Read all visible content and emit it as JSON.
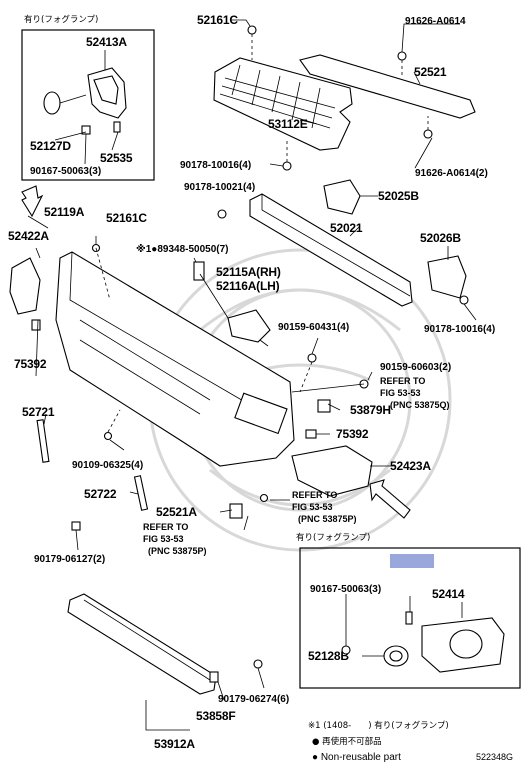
{
  "diagram_id": "522348G",
  "box_top_left": {
    "title": "有り(フォグランプ)",
    "parts": [
      "52413A",
      "52127D",
      "52535",
      "90167-50063(3)"
    ]
  },
  "box_bottom_right": {
    "title": "有り(フォグランプ)",
    "highlight_color": "#9aa7dd",
    "parts": [
      "90167-50063(3)",
      "52414",
      "52128B"
    ]
  },
  "labels": {
    "p52161C_top": "52161C",
    "p91626_top": "91626-A0614",
    "p52521": "52521",
    "p53112E": "53112E",
    "p91626_bot": "91626-A0614(2)",
    "p90178_10016_a": "90178-10016(4)",
    "p90178_10021": "90178-10021(4)",
    "p52025B": "52025B",
    "p52119A": "52119A",
    "p52161C_mid": "52161C",
    "p52422A": "52422A",
    "p89348": "※1●89348-50050(7)",
    "p52115A": "52115A(RH)",
    "p52116A": "52116A(LH)",
    "p52021": "52021",
    "p52026B": "52026B",
    "p90178_10016_b": "90178-10016(4)",
    "p90159_60431": "90159-60431(4)",
    "p75392_a": "75392",
    "p90159_60603": "90159-60603(2)",
    "ref_53_a_1": "REFER TO",
    "ref_53_a_2": "FIG 53-53",
    "ref_53_a_3": "(PNC 53875Q)",
    "p53879H": "53879H",
    "p52721": "52721",
    "p75392_b": "75392",
    "p90109": "90109-06325(4)",
    "p52423A": "52423A",
    "p52722": "52722",
    "p52521A": "52521A",
    "ref_53_b_1": "REFER TO",
    "ref_53_b_2": "FIG 53-53",
    "ref_53_b_3": "(PNC 53875P)",
    "ref_53_c_1": "REFER TO",
    "ref_53_c_2": "FIG 53-53",
    "ref_53_c_3": "(PNC 53875P)",
    "p90179_06127": "90179-06127(2)",
    "p90179_06274": "90179-06274(6)",
    "p53858F": "53858F",
    "p53912A": "53912A"
  },
  "footnotes": {
    "note1": "※1 (1408-　　) 有り(フォグランプ)",
    "note2": "● 再使用不可部品",
    "note3": "● Non-reusable part"
  }
}
